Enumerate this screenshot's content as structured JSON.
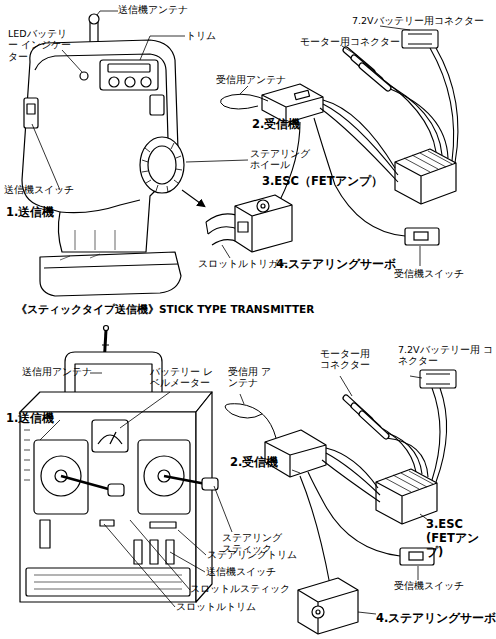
{
  "diagram": {
    "labels": [
      "送信機アンテナ",
      "LEDバッテリー インジケーター",
      "トリム",
      "受信用アンテナ",
      "モーター用コネクター",
      "7.2Vバッテリー用コネクター",
      "2.受信機",
      "ステアリング ホイール",
      "3.ESC（FETアンプ）",
      "送信機スイッチ",
      "1.送信機",
      "スロットルトリガー",
      "4.ステアリングサーボ",
      "受信機スイッチ",
      "《スティックタイプ送信機》STICK TYPE TRANSMITTER",
      "送信用アンテナ",
      "バッテリー レベルメーター",
      "受信用 アンテナ",
      "モーター用 コネクター",
      "7.2Vバッテリー用 コネクター",
      "1.送信機",
      "2.受信機",
      "ステアリング スティック",
      "3.ESC (FETアンプ)",
      "ステアリングトリム",
      "送信機スイッチ",
      "スロットルスティック",
      "スロットルトリム",
      "受信機スイッチ",
      "4.ステアリングサーボ"
    ]
  }
}
